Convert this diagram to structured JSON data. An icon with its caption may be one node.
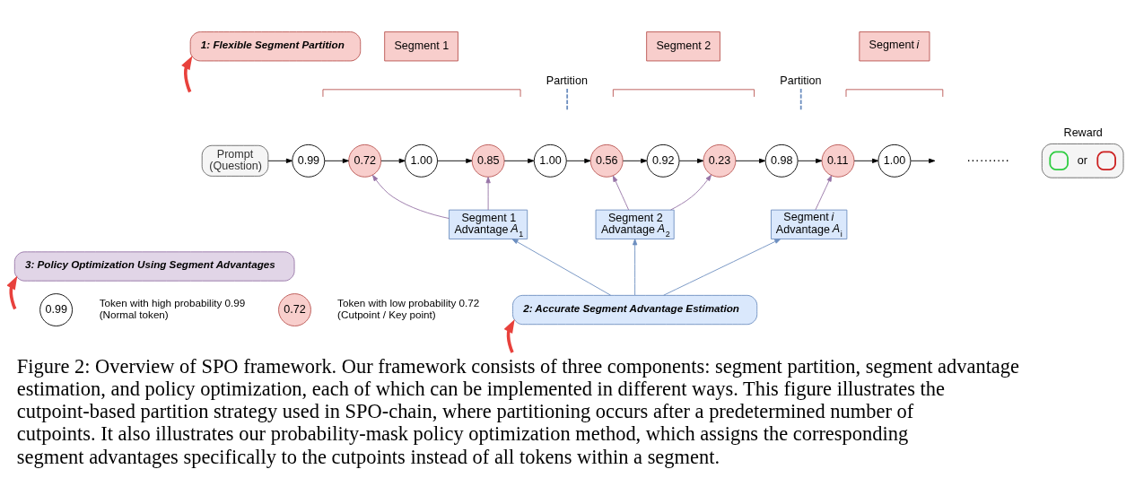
{
  "diagram": {
    "caption": "Figure 2: Overview of SPO framework. Our framework consists of three components: segment partition, segment advantage estimation, and policy optimization, each of which can be implemented in different ways. This figure illustrates the cutpoint-based partition strategy used in SPO-chain, where partitioning occurs after a predetermined number of cutpoints. It also illustrates our probability-mask policy optimization method, which assigns the corresponding segment advantages specifically to the cutpoints instead of all tokens within a segment.",
    "nodes": [
      {
        "text": [
          "1: Flexible Segment Partition"
        ]
      },
      {
        "text": [
          "Segment 1"
        ]
      },
      {
        "text": [
          "Segment 2"
        ]
      },
      {
        "text": [
          "Segment *i*"
        ]
      },
      {
        "text": [
          "Prompt (Question)"
        ]
      },
      {
        "text": [
          "0.99"
        ]
      },
      {
        "text": [
          "0.72"
        ]
      },
      {
        "text": [
          "1.00"
        ]
      },
      {
        "text": [
          "0.85"
        ]
      },
      {
        "text": [
          "1.00"
        ]
      },
      {
        "text": [
          "0.56"
        ]
      },
      {
        "text": [
          "0.92"
        ]
      },
      {
        "text": [
          "0.23"
        ]
      },
      {
        "text": [
          "0.98"
        ]
      },
      {
        "text": [
          "0.11"
        ]
      },
      {
        "text": [
          "1.00"
        ]
      },
      {
        "text": [
          "Reward",
          "or"
        ]
      },
      {
        "text": [
          "Segment 1 Advantage *A*$_{1}$"
        ]
      },
      {
        "text": [
          "Segment 2 Advantage *A*$_{2}$"
        ]
      },
      {
        "text": [
          "Segment *i* Advantage *A*$_{i}$"
        ]
      },
      {
        "text": [
          "3: Policy Optimization Using Segment Advantages"
        ]
      },
      {
        "text": [
          "0.99"
        ],
        "beside": [
          "Token with high probability 0.99 (Normal token)"
        ]
      },
      {
        "text": [
          "0.72"
        ],
        "beside": [
          "Token with low probability 0.72 (Cutpoint / Key point)"
        ]
      },
      {
        "text": [
          "2: Accurate Segment Advantage Estimation"
        ]
      }
    ],
    "edges": [
      {
        "from": 4,
        "to": 5,
        "arrow": "to"
      },
      {
        "from": 5,
        "to": 6,
        "arrow": "to"
      },
      {
        "from": 6,
        "to": 7,
        "arrow": "to"
      },
      {
        "from": 7,
        "to": 8,
        "arrow": "to"
      },
      {
        "from": 8,
        "to": 9,
        "arrow": "to"
      },
      {
        "from": 9,
        "to": 10,
        "arrow": "to"
      },
      {
        "from": 10,
        "to": 11,
        "arrow": "to"
      },
      {
        "from": 11,
        "to": 12,
        "arrow": "to"
      },
      {
        "from": 12,
        "to": 13,
        "arrow": "to"
      },
      {
        "from": 13,
        "to": 14,
        "arrow": "to"
      },
      {
        "from": 14,
        "to": 15,
        "arrow": "to"
      },
      {
        "from": 15,
        "to": null,
        "arrow": "to"
      },
      {
        "from": 17,
        "to": 6,
        "arrow": "to",
        "color": "#9673a6"
      },
      {
        "from": 17,
        "to": 8,
        "arrow": "to",
        "color": "#9673a6"
      },
      {
        "from": 18,
        "to": 10,
        "arrow": "to",
        "color": "#9673a6"
      },
      {
        "from": 18,
        "to": 12,
        "arrow": "to",
        "color": "#9673a6"
      },
      {
        "from": 19,
        "to": 14,
        "arrow": "to",
        "color": "#9673a6"
      },
      {
        "from": 23,
        "to": 17,
        "arrow": "to",
        "color": "#6c8ebf"
      },
      {
        "from": 23,
        "to": 18,
        "arrow": "to",
        "color": "#6c8ebf"
      },
      {
        "from": 23,
        "to": 19,
        "arrow": "to",
        "color": "#6c8ebf"
      },
      {
        "from": null,
        "to": 0,
        "arrow": "to",
        "style": "thick",
        "color": "#e8413c"
      },
      {
        "from": null,
        "to": 20,
        "arrow": "to",
        "style": "thick",
        "color": "#e8413c"
      },
      {
        "from": null,
        "to": 23,
        "arrow": "to",
        "style": "thick",
        "color": "#e8413c"
      }
    ],
    "labels": [
      "Partition",
      "Partition",
      "··········"
    ]
  }
}
